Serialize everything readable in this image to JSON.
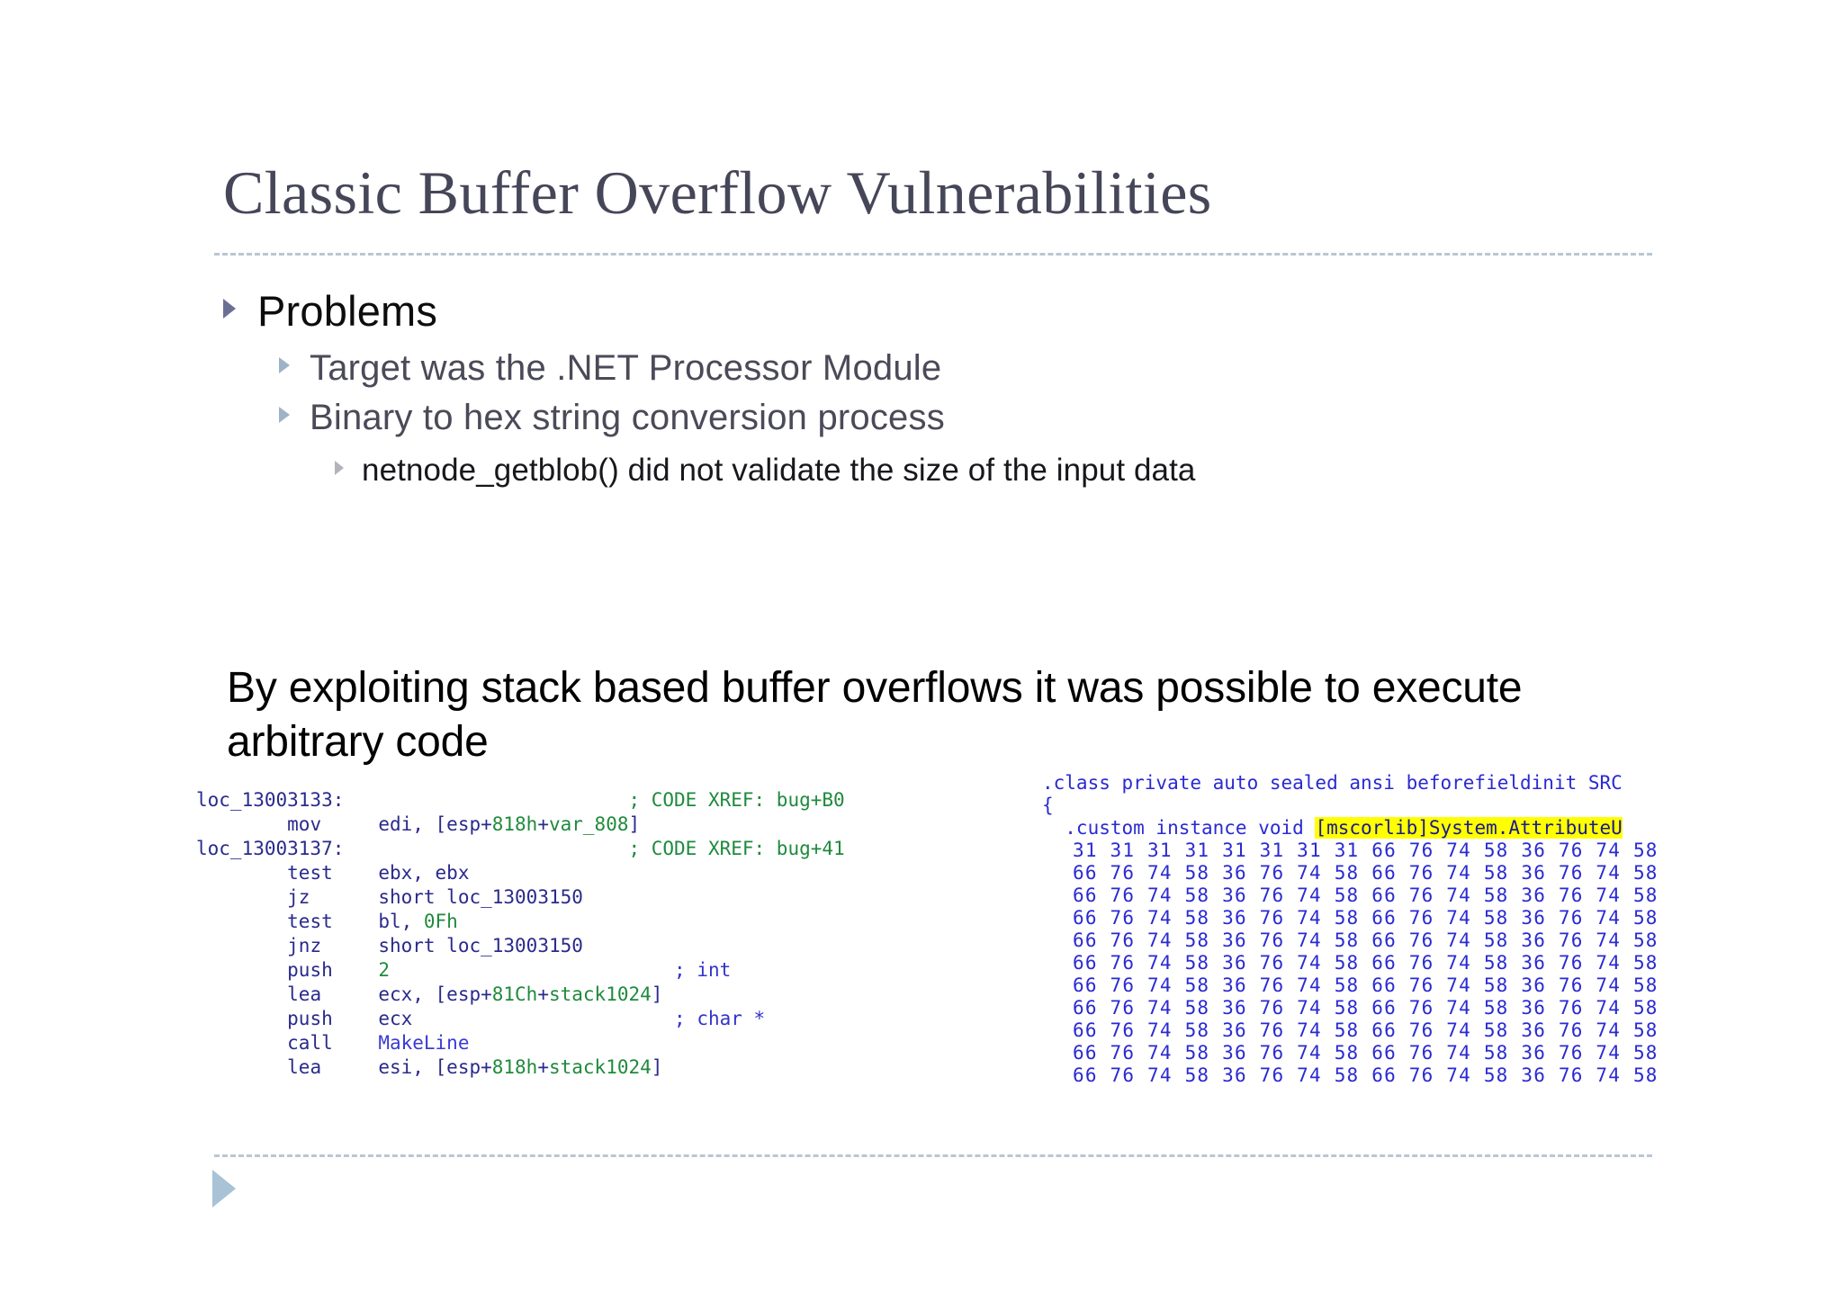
{
  "slide": {
    "title": "Classic Buffer Overflow Vulnerabilities",
    "statement": "By exploiting stack based buffer overflows it was possible to execute arbitrary code",
    "bullets": {
      "level1": "Problems",
      "level2_a": "Target was the .NET Processor Module",
      "level2_b": "Binary to hex string conversion process",
      "level3": "netnode_getblob() did not validate the size of the input data"
    },
    "colors": {
      "title_text": "#464659",
      "rule": "#b9c6d4",
      "bullet_l1": "#6b6f94",
      "bullet_l2": "#9fb3c8",
      "bullet_l3": "#b3b3bd",
      "code_navy": "#2a2a8c",
      "code_blue": "#2a2ad2",
      "code_green": "#1f8a3c",
      "highlight": "#ffff00"
    }
  },
  "code_left": {
    "label": "ida-disassembly-listing",
    "lines": [
      {
        "label": "loc_13003133:",
        "mnemonic": "",
        "operands": "",
        "comment": "; CODE XREF: bug+B0"
      },
      {
        "label": "",
        "mnemonic": "mov",
        "operands": "edi, [esp+818h+var_808]",
        "comment": ""
      },
      {
        "label": "loc_13003137:",
        "mnemonic": "",
        "operands": "",
        "comment": "; CODE XREF: bug+41"
      },
      {
        "label": "",
        "mnemonic": "test",
        "operands": "ebx, ebx",
        "comment": ""
      },
      {
        "label": "",
        "mnemonic": "jz",
        "operands": "short loc_13003150",
        "comment": ""
      },
      {
        "label": "",
        "mnemonic": "test",
        "operands": "bl, 0Fh",
        "comment": ""
      },
      {
        "label": "",
        "mnemonic": "jnz",
        "operands": "short loc_13003150",
        "comment": ""
      },
      {
        "label": "",
        "mnemonic": "push",
        "operands": "2",
        "comment": "; int"
      },
      {
        "label": "",
        "mnemonic": "lea",
        "operands": "ecx, [esp+81Ch+stack1024]",
        "comment": ""
      },
      {
        "label": "",
        "mnemonic": "push",
        "operands": "ecx",
        "comment": "; char *"
      },
      {
        "label": "",
        "mnemonic": "call",
        "operands": "MakeLine",
        "comment": ""
      },
      {
        "label": "",
        "mnemonic": "lea",
        "operands": "esi, [esp+818h+stack1024]",
        "comment": ""
      }
    ]
  },
  "code_right": {
    "label": "il-disassembly-listing",
    "header_line": ".class private auto sealed ansi beforefieldinit SRC",
    "brace": "{",
    "custom_line_prefix": "  .custom instance void ",
    "custom_line_highlight": "[mscorlib]System.AttributeU",
    "hex_rows": [
      "31 31 31 31 31 31 31 31 66 76 74 58 36 76 74 58",
      "66 76 74 58 36 76 74 58 66 76 74 58 36 76 74 58",
      "66 76 74 58 36 76 74 58 66 76 74 58 36 76 74 58",
      "66 76 74 58 36 76 74 58 66 76 74 58 36 76 74 58",
      "66 76 74 58 36 76 74 58 66 76 74 58 36 76 74 58",
      "66 76 74 58 36 76 74 58 66 76 74 58 36 76 74 58",
      "66 76 74 58 36 76 74 58 66 76 74 58 36 76 74 58",
      "66 76 74 58 36 76 74 58 66 76 74 58 36 76 74 58",
      "66 76 74 58 36 76 74 58 66 76 74 58 36 76 74 58",
      "66 76 74 58 36 76 74 58 66 76 74 58 36 76 74 58",
      "66 76 74 58 36 76 74 58 66 76 74 58 36 76 74 58"
    ]
  }
}
